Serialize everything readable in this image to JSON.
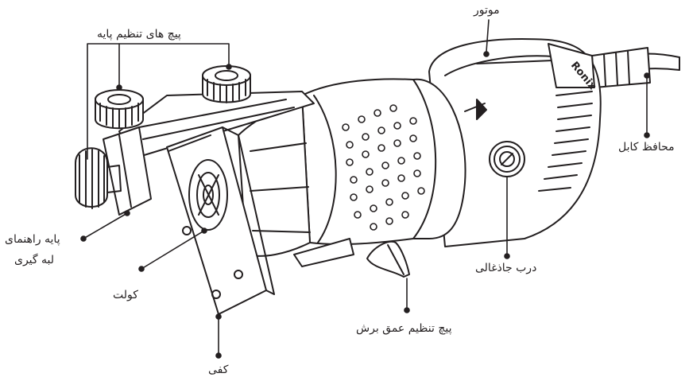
{
  "brand_text": "Ronix",
  "labels": {
    "base_screws": "پیچ های تنظیم پایه",
    "motor": "موتور",
    "cable_guard": "محافظ کابل",
    "edge_guide_line1": "پایه راهنمای",
    "edge_guide_line2": "لبه گیری",
    "collet": "کولت",
    "base_plate": "کفی",
    "depth_screw": "پیچ تنظیم عمق برش",
    "brush_cap": "درب جاذغالی"
  }
}
